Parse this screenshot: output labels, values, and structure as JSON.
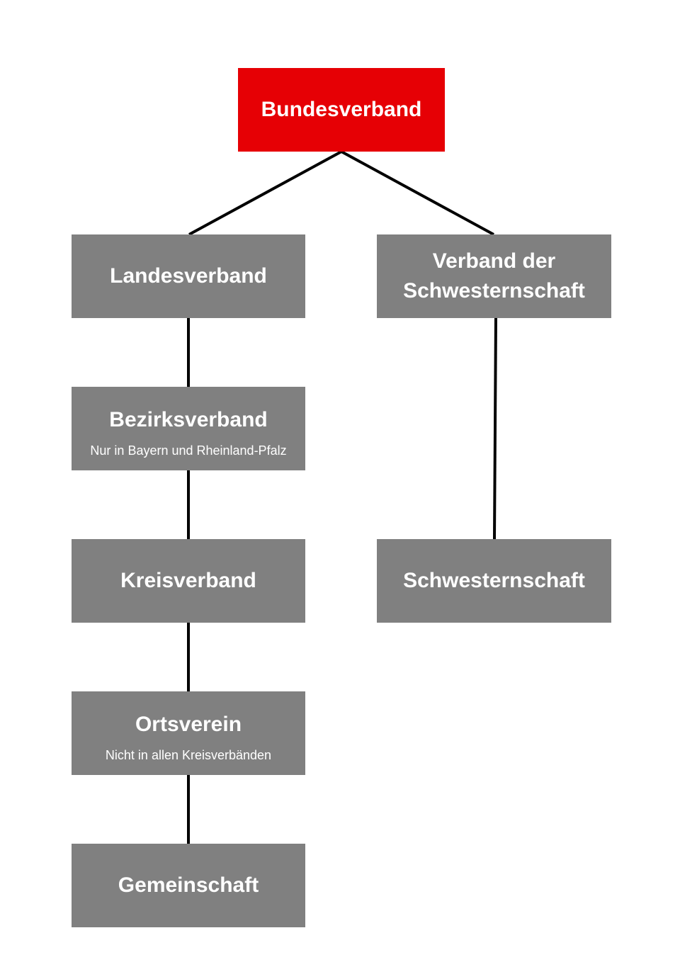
{
  "colors": {
    "root": "#e60005",
    "node": "#808080",
    "line": "#000000"
  },
  "nodes": {
    "bundesverband": {
      "title": "Bundesverband"
    },
    "landesverband": {
      "title": "Landesverband"
    },
    "verband_schwesternschaft": {
      "title_line1": "Verband der",
      "title_line2": "Schwesternschaft"
    },
    "bezirksverband": {
      "title": "Bezirksverband",
      "subtitle": "Nur in Bayern und Rheinland-Pfalz"
    },
    "kreisverband": {
      "title": "Kreisverband"
    },
    "schwesternschaft": {
      "title": "Schwesternschaft"
    },
    "ortsverein": {
      "title": "Ortsverein",
      "subtitle": "Nicht in allen Kreisverbänden"
    },
    "gemeinschaft": {
      "title": "Gemeinschaft"
    }
  }
}
